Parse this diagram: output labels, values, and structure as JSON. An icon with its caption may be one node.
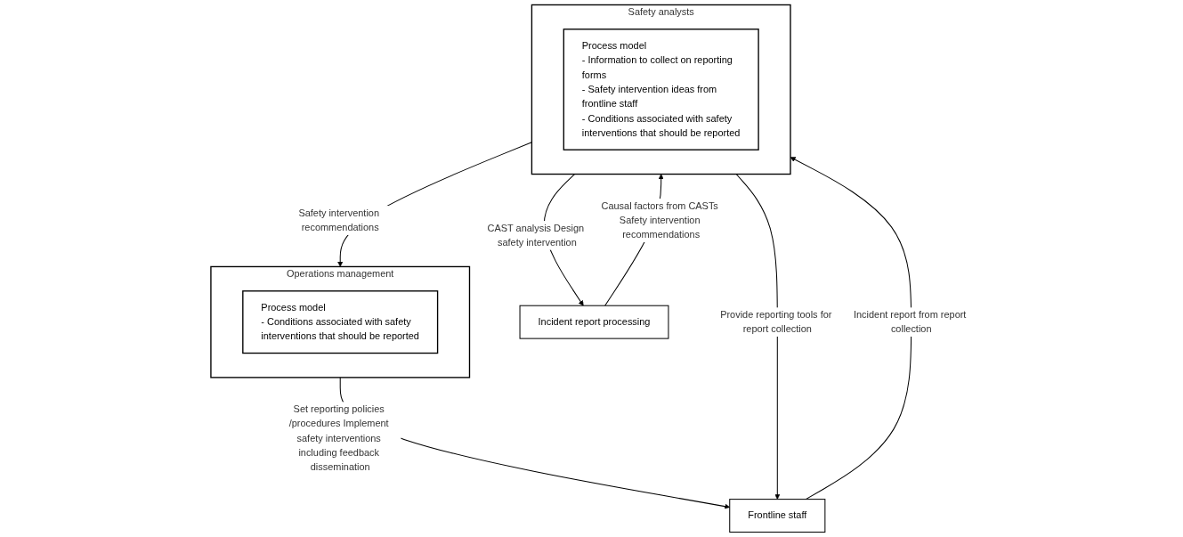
{
  "diagram": {
    "nodes": [
      {
        "text": [
          "Operations management"
        ]
      },
      {
        "text": [
          "Process model",
          "- Conditions associated with safety interventions that should be reported"
        ],
        "in": 0
      },
      {
        "text": [
          "Safety analysts"
        ]
      },
      {
        "text": [
          "Process model",
          "- Information to collect on reporting forms",
          "- Safety intervention ideas from frontline staff",
          "- Conditions associated with safety interventions that should be reported"
        ],
        "in": 2
      },
      {
        "text": [
          "Frontline staff"
        ]
      },
      {
        "text": [
          "Incident report processing"
        ]
      }
    ],
    "edges": [
      {
        "from": 0,
        "to": 4,
        "arrow": "to",
        "label": "Set reporting policies /procedures Implement safety interventions including feedback dissemination"
      },
      {
        "from": 2,
        "to": 0,
        "arrow": "to",
        "label": "Safety intervention recommendations"
      },
      {
        "from": 2,
        "to": 4,
        "arrow": "to",
        "label": "Provide reporting tools for report collection"
      },
      {
        "from": 4,
        "to": 2,
        "arrow": "to",
        "label": "Incident report from report collection"
      },
      {
        "from": 2,
        "to": 5,
        "arrow": "to",
        "label": "CAST analysis Design safety intervention"
      },
      {
        "from": 5,
        "to": 2,
        "arrow": "to",
        "label": "Causal factors from CASTs Safety intervention recommendations"
      }
    ]
  }
}
